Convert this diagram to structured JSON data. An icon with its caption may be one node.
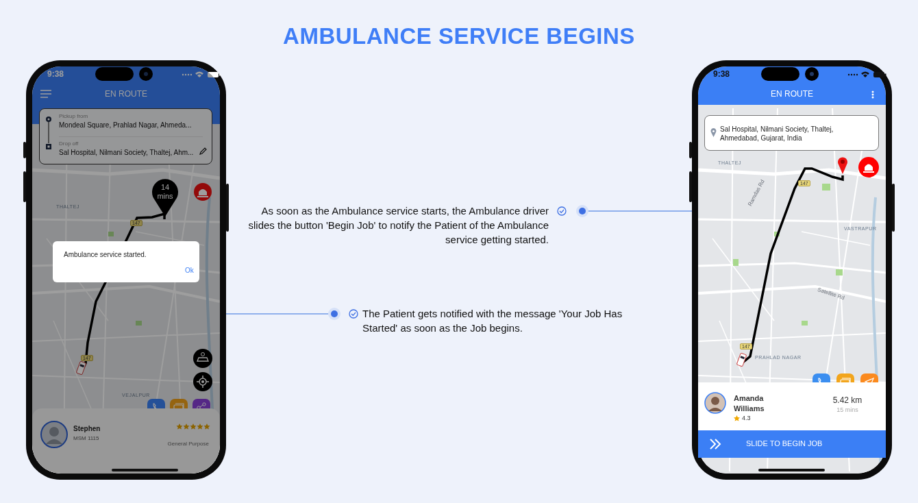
{
  "diagram": {
    "title": "AMBULANCE SERVICE BEGINS",
    "nodes": [
      {
        "text": [],
        "shape": "box"
      },
      {
        "text": [
          "9:38",
          "EN ROUTE"
        ],
        "in": 0
      },
      {
        "text": [
          "Pickup from",
          "Mondeal Square, Prahlad Nagar, Ahmeda...",
          "Drop off",
          "Sal Hospital, Nilmani Society, Thaltej, Ahm..."
        ],
        "in": 0
      },
      {
        "text": [
          "14 mins"
        ],
        "in": 0
      },
      {
        "text": [
          "Ambulance service started.",
          "Ok"
        ],
        "in": 0
      },
      {
        "text": [
          "Stephen",
          "MSM 1115",
          "General Purpose"
        ],
        "in": 0
      },
      {
        "text": [],
        "shape": "box"
      },
      {
        "text": [
          "9:38",
          "EN ROUTE"
        ],
        "in": 6
      },
      {
        "text": [
          "Sal Hospital, Nilmani Society, Thaltej, Ahmedabad, Gujarat, India"
        ],
        "in": 6
      },
      {
        "text": [
          "Amanda Williams",
          "4.3",
          "5.42 km",
          "15 mins"
        ],
        "in": 6
      },
      {
        "text": [
          "SLIDE TO BEGIN JOB"
        ],
        "in": 6
      },
      {
        "text": [
          "As soon as the Ambulance service starts, the Ambulance driver slides the button 'Begin Job' to notify the Patient of the Ambulance service getting started."
        ]
      },
      {
        "text": [
          "The Patient gets notified with the message 'Your Job Has Started' as soon as the Job begins."
        ]
      }
    ],
    "edges": [
      {
        "from": 11,
        "to": 6,
        "arrow": "other"
      },
      {
        "from": 12,
        "to": 0,
        "arrow": "other"
      }
    ],
    "labels": [
      "THALTEJ",
      "147",
      "147",
      "VEJALPUR",
      "THALTEJ",
      "147",
      "Ramdas Rd",
      "VASTRAPUR",
      "Satellite Rd",
      "147",
      "PRAHLAD NAGAR"
    ]
  }
}
